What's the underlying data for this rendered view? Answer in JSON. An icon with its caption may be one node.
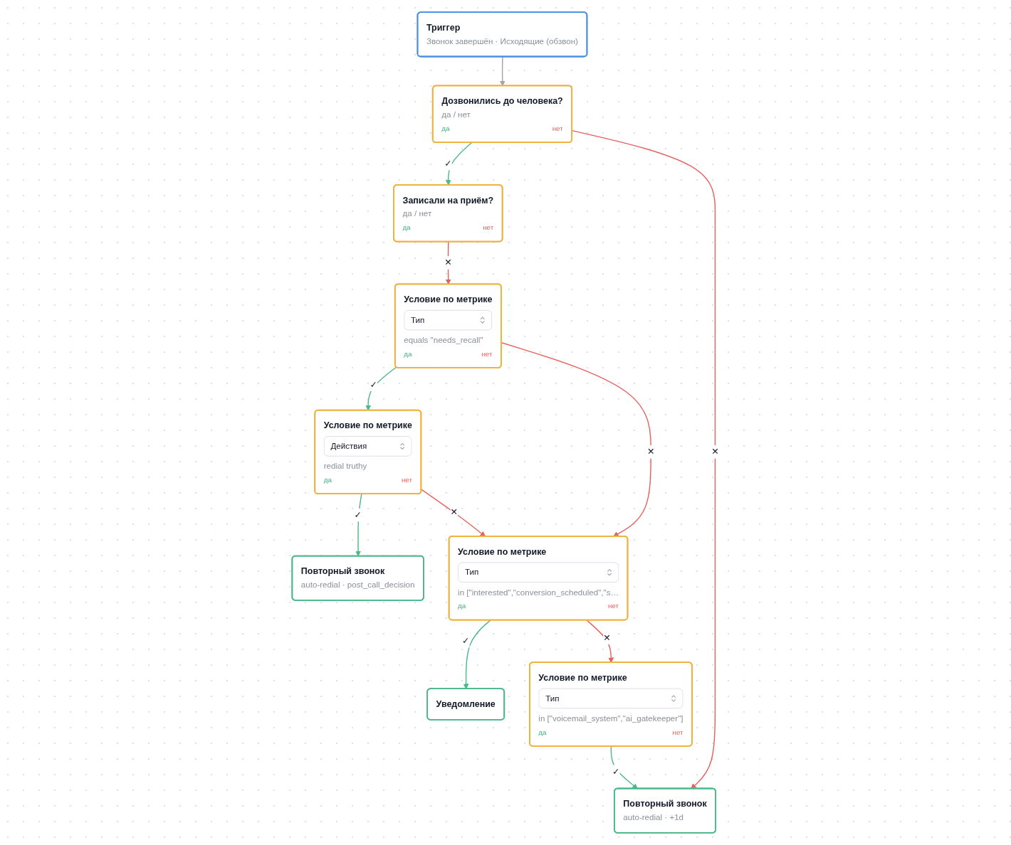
{
  "diagram": {
    "nodes": [
      {
        "text": [
          "Триггер",
          "Звонок завершён · Исходящие (обзвон)"
        ]
      },
      {
        "text": [
          "Дозвонились до человека?",
          "да / нет",
          "да",
          "нет"
        ]
      },
      {
        "text": [
          "Записали на приём?",
          "да / нет",
          "да",
          "нет"
        ]
      },
      {
        "text": [
          "Условие по метрике",
          "Тип",
          "equals \"needs_recall\"",
          "да",
          "нет"
        ]
      },
      {
        "text": [
          "Условие по метрике",
          "Действия",
          "redial truthy",
          "да",
          "нет"
        ]
      },
      {
        "text": [
          "Повторный звонок",
          "auto-redial · post_call_decision"
        ]
      },
      {
        "text": [
          "Условие по метрике",
          "Тип",
          "in [\"interested\",\"conversion_scheduled\",\"s…",
          "да",
          "нет"
        ]
      },
      {
        "text": [
          "Уведомление"
        ]
      },
      {
        "text": [
          "Условие по метрике",
          "Тип",
          "in [\"voicemail_system\",\"ai_gatekeeper\"]",
          "да",
          "нет"
        ]
      },
      {
        "text": [
          "Повторный звонок",
          "auto-redial · +1d"
        ]
      }
    ],
    "edges": [
      {
        "from": 0,
        "to": 1,
        "arrow": "to",
        "color": "#a0a4ab"
      },
      {
        "from": 1,
        "to": 2,
        "arrow": "to",
        "label": "✓",
        "color": "#4cb88a"
      },
      {
        "from": 1,
        "to": 9,
        "arrow": "to",
        "label": "✕",
        "color": "#e5625e"
      },
      {
        "from": 2,
        "to": 3,
        "arrow": "to",
        "label": "✕",
        "color": "#e5625e"
      },
      {
        "from": 3,
        "to": 4,
        "arrow": "to",
        "label": "✓",
        "color": "#4cb88a"
      },
      {
        "from": 3,
        "to": 6,
        "arrow": "to",
        "label": "✕",
        "color": "#e5625e"
      },
      {
        "from": 4,
        "to": 5,
        "arrow": "to",
        "label": "✓",
        "color": "#4cb88a"
      },
      {
        "from": 4,
        "to": 6,
        "arrow": "to",
        "label": "✕",
        "color": "#e5625e"
      },
      {
        "from": 6,
        "to": 7,
        "arrow": "to",
        "label": "✓",
        "color": "#4cb88a"
      },
      {
        "from": 6,
        "to": 8,
        "arrow": "to",
        "label": "✕",
        "color": "#e5625e"
      },
      {
        "from": 8,
        "to": 9,
        "arrow": "to",
        "label": "✓",
        "color": "#4cb88a"
      }
    ]
  }
}
